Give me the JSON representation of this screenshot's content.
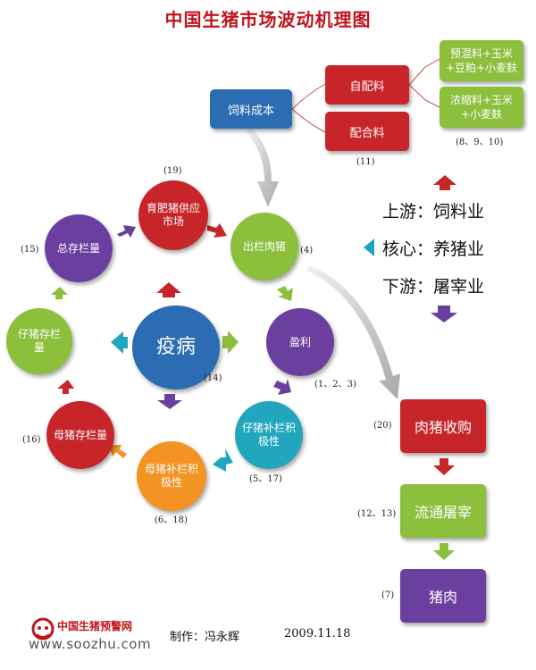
{
  "title": "中国生猪市场波动机理图",
  "feed": {
    "cost": "饲料成本",
    "self_mix": "自配料",
    "compound": "配合料",
    "recipe_premix": "预混料+玉米+豆粕+小麦麸",
    "recipe_concentrate": "浓缩料+玉米+小麦麸",
    "recipe_refs": "(8、9、10)",
    "compound_ref": "(11)"
  },
  "chain": {
    "upstream": "上游：饲料业",
    "core": "核心：养猪业",
    "downstream": "下游：屠宰业"
  },
  "cycle": {
    "fattening_supply": "育肥猪供应市场",
    "market_pig": "出栏肉猪",
    "profit": "盈利",
    "piglet_motivation": "仔猪补栏积极性",
    "sow_motivation": "母猪补栏积极性",
    "sow_stock": "母猪存栏量",
    "piglet_stock": "仔猪存栏量",
    "total_stock": "总存栏量",
    "disease": "疫病"
  },
  "refs": {
    "fattening_supply": "(19)",
    "market_pig": "(4)",
    "profit": "(1、2、3)",
    "piglet_motivation": "(5、17)",
    "sow_motivation": "(6、18)",
    "sow_stock": "(16)",
    "total_stock": "(15)",
    "disease": "(14)"
  },
  "downstream": {
    "purchase": "肉猪收购",
    "slaughter": "流通屠宰",
    "pork": "猪肉",
    "purchase_ref": "(20)",
    "slaughter_ref": "(12、13)",
    "pork_ref": "(7)"
  },
  "footer": {
    "logo_text": "中国生猪预警网",
    "logo_url": "www.soozhu.com",
    "author": "制作：冯永辉",
    "date": "2009.11.18"
  },
  "colors": {
    "red": "#c8252b",
    "blue": "#2b6cb3",
    "green": "#8cbf3c",
    "purple": "#6b3fa0",
    "teal": "#22a6bd",
    "orange": "#f39324",
    "title": "#c0141c"
  }
}
